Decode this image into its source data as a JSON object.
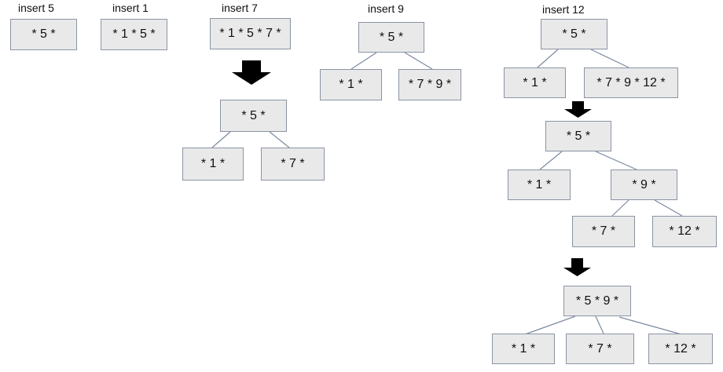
{
  "colors": {
    "node_fill": "#e9e9ea",
    "node_border": "#8b94a3",
    "connector": "#7b8aa0",
    "arrow": "#000000",
    "text": "#0f0f0f"
  },
  "diagram": {
    "type": "b-tree-insertion-sequence",
    "steps": [
      {
        "label": "insert 5",
        "stages": [
          {
            "nodes": [
              "* 5 *"
            ]
          }
        ]
      },
      {
        "label": "insert 1",
        "stages": [
          {
            "nodes": [
              "* 1 * 5 *"
            ]
          }
        ]
      },
      {
        "label": "insert 7",
        "stages": [
          {
            "nodes": [
              "* 1 * 5 * 7 *"
            ]
          },
          {
            "nodes": [
              "* 5 *",
              "* 1 *",
              "* 7 *"
            ]
          }
        ]
      },
      {
        "label": "insert 9",
        "stages": [
          {
            "nodes": [
              "* 5 *",
              "* 1 *",
              "* 7 * 9 *"
            ]
          }
        ]
      },
      {
        "label": "insert 12",
        "stages": [
          {
            "nodes": [
              "* 5 *",
              "* 1 *",
              "* 7 * 9 * 12 *"
            ]
          },
          {
            "nodes": [
              "* 5 *",
              "* 1 *",
              "* 9 *",
              "* 7 *",
              "* 12 *"
            ]
          },
          {
            "nodes": [
              "* 5 * 9 *",
              "* 1 *",
              "* 7 *",
              "* 12 *"
            ]
          }
        ]
      }
    ]
  }
}
